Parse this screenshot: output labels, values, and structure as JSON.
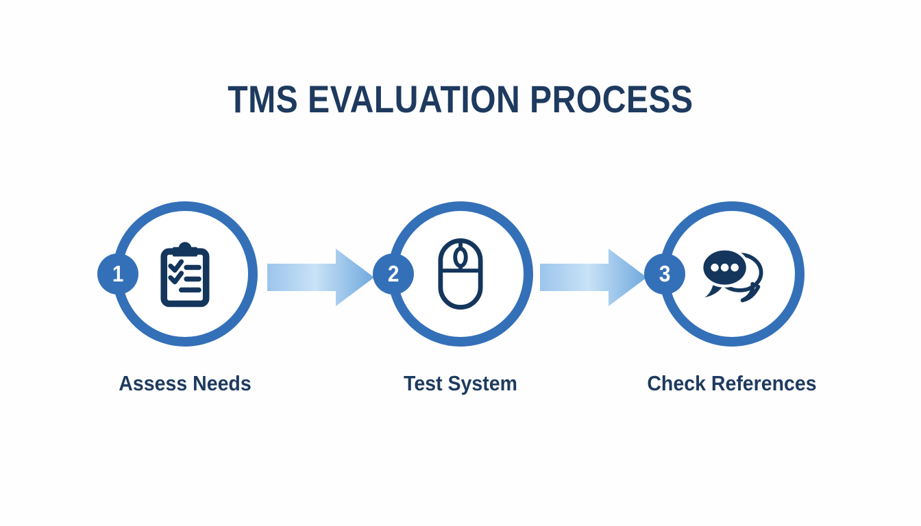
{
  "title": "TMS EVALUATION PROCESS",
  "steps": [
    {
      "number": "1",
      "label": "Assess Needs",
      "icon": "clipboard-checklist-icon"
    },
    {
      "number": "2",
      "label": "Test System",
      "icon": "computer-mouse-icon"
    },
    {
      "number": "3",
      "label": "Check References",
      "icon": "chat-bubbles-icon"
    }
  ],
  "colors": {
    "ring-blue": "#3470B8",
    "icon-navy": "#14365C",
    "text-navy": "#1E3A5F",
    "arrow-light": "#C9E2F7",
    "arrow-mid": "#9CC5EC",
    "arrow-dark": "#6FA9DD",
    "bg": "#FEFEFE"
  }
}
